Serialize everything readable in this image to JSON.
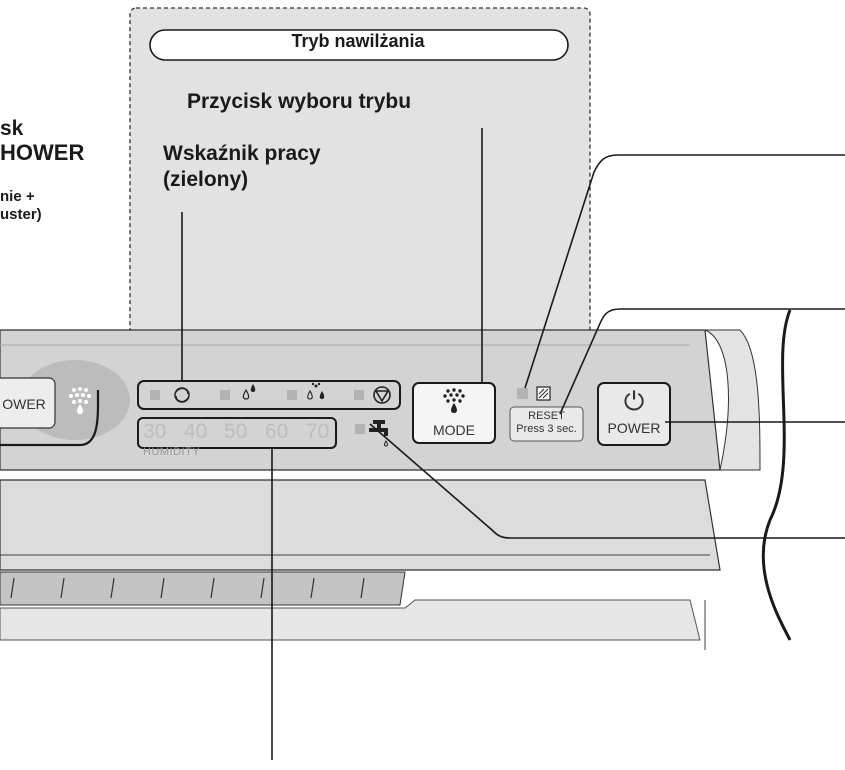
{
  "title": "Tryb nawilżania",
  "labels": {
    "mode_button": "Przycisk wyboru trybu",
    "work_indicator_l1": "Wskaźnik pracy",
    "work_indicator_l2": "(zielony)",
    "left_heading_l1": "sk",
    "left_heading_l2": "HOWER",
    "left_sub_l1": "nie +",
    "left_sub_l2": "uster)"
  },
  "panel": {
    "power_left": "OWER",
    "humidity_values": [
      "30",
      "40",
      "50",
      "60",
      "70"
    ],
    "humidity_label": "HUMIDITY",
    "mode_label": "MODE",
    "reset_label": "RESET",
    "reset_hint": "Press 3 sec.",
    "power_symbol": "⏻",
    "power_label": "POWER"
  },
  "colors": {
    "panel_gray": "#d8d8d8",
    "dashed_area": "#e2e2e2",
    "indicator_gray": "#b3b3b3",
    "outline": "#1a1a1a"
  },
  "icons": [
    "swirl-icon",
    "drop-icon",
    "drops-icon",
    "filter-icon",
    "shower-icon",
    "water-tap-icon",
    "filter-reset-icon",
    "power-icon"
  ]
}
